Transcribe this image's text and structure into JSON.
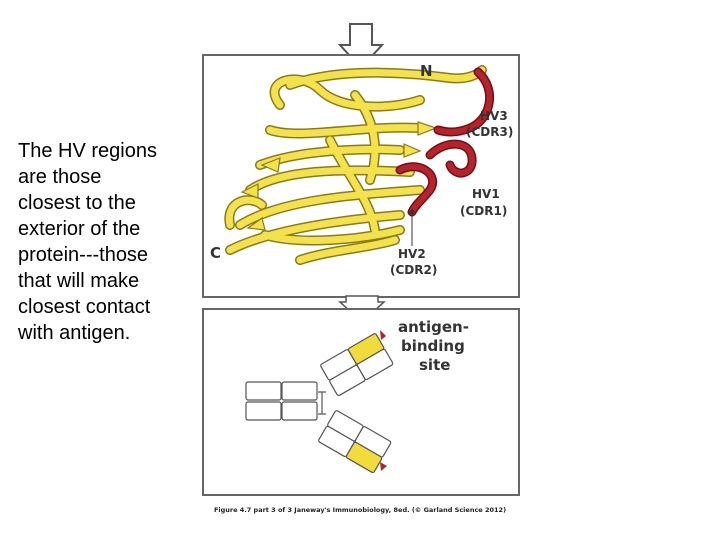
{
  "slide_text": [
    "The HV regions",
    "are those",
    "closest to the",
    "exterior of the",
    "protein---those",
    "that will make",
    "closest contact",
    "with antigen."
  ],
  "diagram": {
    "labels": {
      "n_terminus": "N",
      "c_terminus": "C",
      "hv3": "HV3",
      "cdr3": "(CDR3)",
      "hv1": "HV1",
      "cdr1": "(CDR1)",
      "hv2": "HV2",
      "cdr2": "(CDR2)",
      "antigen_1": "antigen-",
      "antigen_2": "binding",
      "antigen_3": "site"
    },
    "colors": {
      "strand": "#f4e24a",
      "strand_outline": "#8a7a1e",
      "hv_loop": "#b8222a",
      "panel_border": "#666666",
      "domain_highlight": "#f2dc3c"
    },
    "caption": "Figure 4.7 part 3 of 3 Janeway's Immunobiology, 8ed. (© Garland Science 2012)"
  }
}
